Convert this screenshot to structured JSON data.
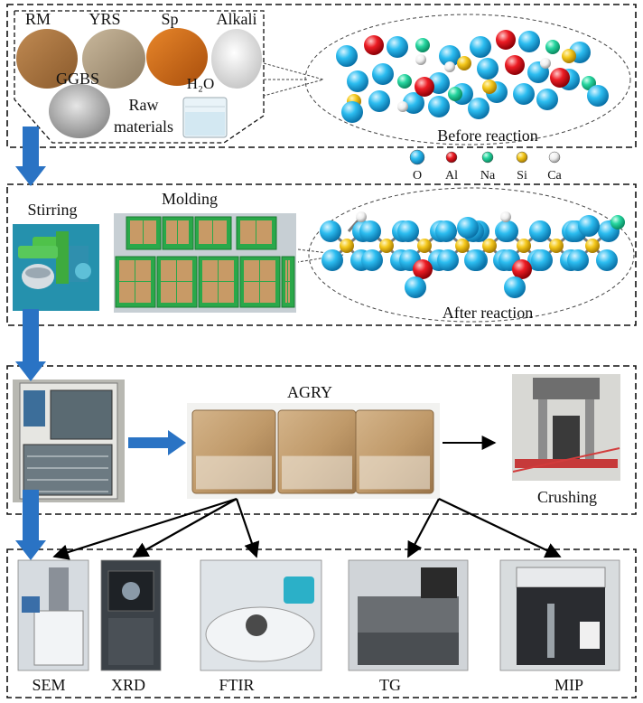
{
  "raw_materials": {
    "rm": "RM",
    "yrs": "YRS",
    "sp": "Sp",
    "alkali": "Alkali",
    "ggbs": "GGBS",
    "water": "H₂O",
    "caption_line1": "Raw",
    "caption_line2": "materials"
  },
  "before_reaction": "Before reaction",
  "after_reaction": "After reaction",
  "legend": [
    {
      "label": "O",
      "color": "#1fb4e8"
    },
    {
      "label": "Al",
      "color": "#e8141e"
    },
    {
      "label": "Na",
      "color": "#22d39a"
    },
    {
      "label": "Si",
      "color": "#f2c81e"
    },
    {
      "label": "Ca",
      "color": "#f4f4f4"
    }
  ],
  "process": {
    "stirring": "Stirring",
    "molding": "Molding",
    "agry": "AGRY",
    "crushing": "Crushing"
  },
  "tests": [
    "SEM",
    "XRD",
    "FTIR",
    "TG",
    "MIP"
  ],
  "colors": {
    "flow_arrow": "#2a73c4",
    "oxygen": "#1fb4e8",
    "aluminum": "#e8141e",
    "sodium": "#22d39a",
    "silicon": "#f2c81e",
    "calcium": "#f4f4f4"
  }
}
